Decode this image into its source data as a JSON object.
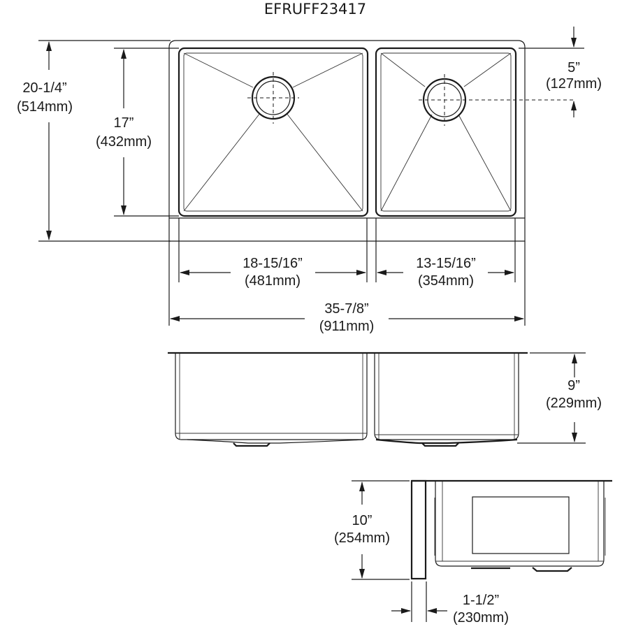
{
  "title": "EFRUFF23417",
  "dimensions": {
    "overall_depth": {
      "imperial": "20-1/4”",
      "metric": "(514mm)"
    },
    "bowl_depth_front_to_back": {
      "imperial": "17”",
      "metric": "(432mm)"
    },
    "drain_offset": {
      "imperial": "5”",
      "metric": "(127mm)"
    },
    "left_bowl_width": {
      "imperial": "18-15/16”",
      "metric": "(481mm)"
    },
    "right_bowl_width": {
      "imperial": "13-15/16”",
      "metric": "(354mm)"
    },
    "overall_width": {
      "imperial": "35-7/8”",
      "metric": "(911mm)"
    },
    "bowl_height": {
      "imperial": "9”",
      "metric": "(229mm)"
    },
    "apron_height": {
      "imperial": "10”",
      "metric": "(254mm)"
    },
    "apron_thickness": {
      "imperial": "1-1/2”",
      "metric": "(230mm)"
    }
  },
  "views": [
    "top-view",
    "front-view",
    "side-view"
  ],
  "colors": {
    "line": "#1a1a1a",
    "background": "#ffffff"
  }
}
